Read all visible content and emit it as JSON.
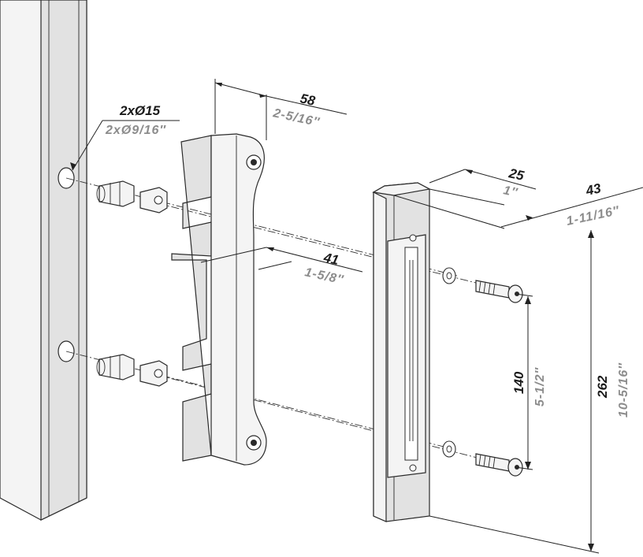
{
  "dimensions": {
    "hole": {
      "metric": "2xØ15",
      "imperial": "2xØ9/16″"
    },
    "bracket_depth": {
      "metric": "58",
      "imperial": "2-5/16″"
    },
    "bracket_offset": {
      "metric": "41",
      "imperial": "1-5/8″"
    },
    "lock_thickness": {
      "metric": "25",
      "imperial": "1″"
    },
    "lock_width": {
      "metric": "43",
      "imperial": "1-11/16″"
    },
    "screw_spacing": {
      "metric": "140",
      "imperial": "5-1/2″"
    },
    "lock_height": {
      "metric": "262",
      "imperial": "10-5/16″"
    }
  },
  "colors": {
    "line": "#2a2a2a",
    "metric_text": "#1a1a1a",
    "imperial_text": "#8c8c8c"
  }
}
